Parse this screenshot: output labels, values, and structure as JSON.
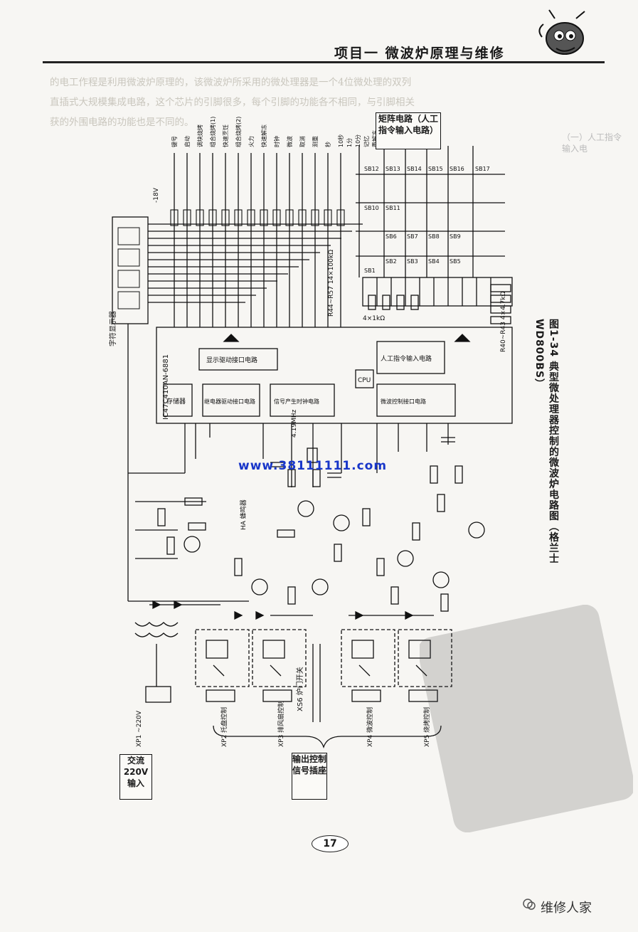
{
  "header": {
    "title": "项目一  微波炉原理与维修"
  },
  "background_lines": [
    "的电工作程是利用微波炉原理的，该微波炉所采用的微处理器是一个4位微处理的双列",
    "直插式大规模集成电路，这个芯片的引脚很多，每个引脚的功能各不相同，与引脚相关",
    "获的外围电路的功能也是不同的。"
  ],
  "schematic": {
    "display_label": "字符显示器",
    "chip_label": "IC47C410AN-6881",
    "block_display_driver": "显示驱动接口电路",
    "block_manual_input": "人工指令输入电路",
    "block_cpu": "CPU",
    "block_memory": "存储器",
    "block_relay_interface": "继电器驱动接口电路",
    "block_clock": "信号产生时钟电路",
    "block_microwave_ctrl": "微波控制接口电路",
    "resistor_bank_top": "R44~R57 14×100kΩ",
    "resistor_bank_mid": "4×1kΩ",
    "resistor_bank_right": "R40~R43 4×4.7kΩ",
    "bus_label": "-18V",
    "crystal": "4.19MHz",
    "buzzer": "HA 蜂鸣器",
    "door_switch": "XS6 炉门开关",
    "key_labels": [
      "键号",
      "启动",
      "调块烧烤",
      "组合烧烤(1)",
      "快速烹饪",
      "组合烧烤(2)",
      "火力",
      "快速解冻",
      "时钟",
      "微波",
      "取消",
      "测重",
      "秒",
      "10秒",
      "1分",
      "10分",
      "记忆",
      "重解冻"
    ],
    "sb_labels": [
      "SB1",
      "SB2",
      "SB3",
      "SB4",
      "SB5",
      "SB6",
      "SB7",
      "SB8",
      "SB9",
      "SB10",
      "SB11",
      "SB12",
      "SB13",
      "SB14",
      "SB15",
      "SB16",
      "SB17"
    ],
    "outputs": [
      "XP2 托盘控制",
      "XP3 排风扇控制",
      "XP4 微波控制",
      "XP5 烧烤控制"
    ],
    "power_label": "XP1 ~220V"
  },
  "caption": "图1-34 典型微处理器控制的微波炉电路图（格兰士WD800BS）",
  "watermark_url": "www.38111111.com",
  "notes": {
    "matrix": "矩阵电路（人工指令输入电路）",
    "section": "（一）人工指令输入电",
    "ac_input": "交流220V输入",
    "output_ctrl": "输出控制信号插座"
  },
  "page_number": "17",
  "footer_brand": "维修人家"
}
